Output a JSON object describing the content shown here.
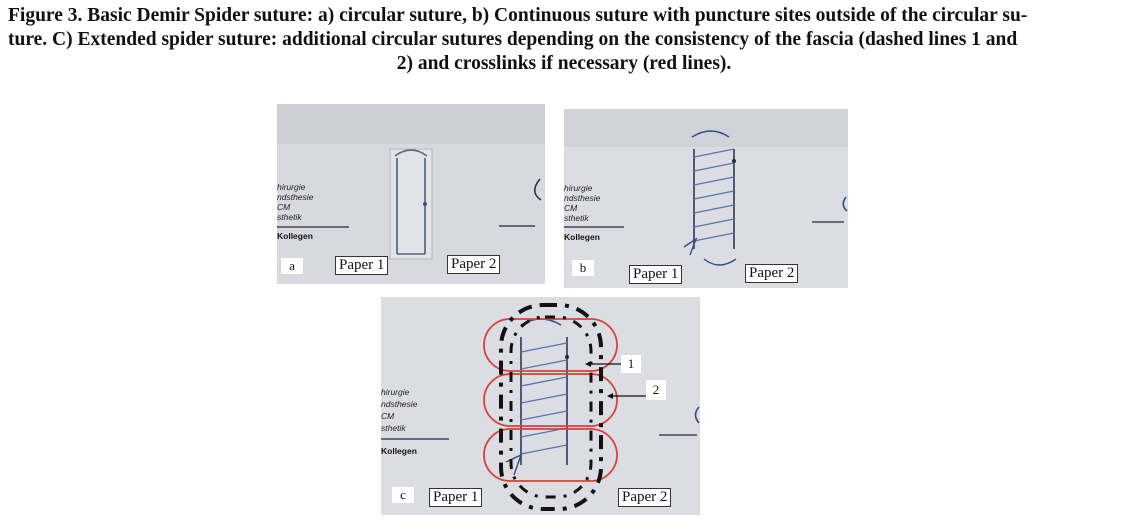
{
  "caption": {
    "line1": "Figure 3. Basic Demir Spider suture: a) circular suture, b) Continuous suture with puncture sites outside of the circular su-",
    "line2": "ture. C) Extended spider suture: additional circular sutures depending on the consistency of the fascia (dashed lines 1 and",
    "line3": "2) and crosslinks if necessary (red lines)."
  },
  "panels": {
    "a": {
      "letter": "a",
      "paper1": "Paper 1",
      "paper2": "Paper 2"
    },
    "b": {
      "letter": "b",
      "paper1": "Paper 1",
      "paper2": "Paper 2"
    },
    "c": {
      "letter": "c",
      "paper1": "Paper 1",
      "paper2": "Paper 2",
      "marker1": "1",
      "marker2": "2"
    }
  },
  "doc_text": {
    "line1": "hirurgie",
    "line2": "ndsthesie",
    "line3": "CM",
    "line4": "sthetik",
    "line5": "Kollegen"
  },
  "colors": {
    "background_photo": "#dadbe0",
    "suture": "#2f4f8a",
    "red_outline": "#d8423a",
    "dashed": "#111111"
  }
}
